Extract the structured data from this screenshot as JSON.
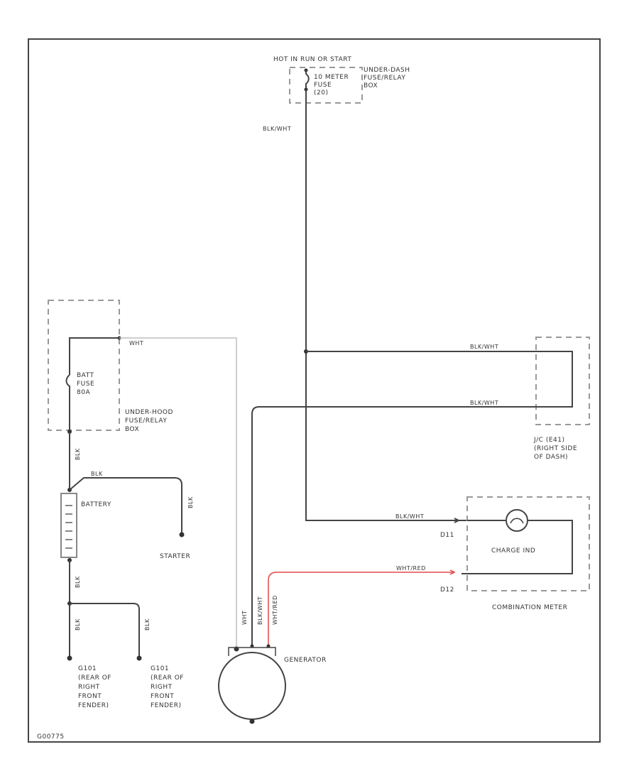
{
  "labels": {
    "hot_source": "HOT IN RUN OR START",
    "meter_fuse_l1": "10 METER",
    "meter_fuse_l2": "FUSE",
    "meter_fuse_l3": "(20)",
    "uh_dash_l1": "UNDER-DASH",
    "uh_dash_l2": "FUSE/RELAY",
    "uh_dash_l3": "BOX",
    "batt_fuse_l1": "BATT",
    "batt_fuse_l2": "FUSE",
    "batt_fuse_l3": "80A",
    "uh_hood_l1": "UNDER-HOOD",
    "uh_hood_l2": "FUSE/RELAY",
    "uh_hood_l3": "BOX",
    "battery": "BATTERY",
    "starter": "STARTER",
    "ground1_l1": "G101",
    "ground1_l2": "(REAR OF",
    "ground1_l3": "RIGHT",
    "ground1_l4": "FRONT",
    "ground1_l5": "FENDER)",
    "ground2_l1": "G101",
    "ground2_l2": "(REAR OF",
    "ground2_l3": "RIGHT",
    "ground2_l4": "FRONT",
    "ground2_l5": "FENDER)",
    "jc_l1": "J/C (E41)",
    "jc_l2": "(RIGHT SIDE",
    "jc_l3": "OF DASH)",
    "charge_ind": "CHARGE IND",
    "combination_meter": "COMBINATION METER",
    "generator": "GENERATOR",
    "pin_top": "D11",
    "pin_bottom": "D12",
    "figure_id": "G00775"
  },
  "wires": {
    "blk_wht_top": "BLK/WHT",
    "blk_wht_jc1": "BLK/WHT",
    "blk_wht_jc2": "BLK/WHT",
    "blk_wht_meter": "BLK/WHT",
    "wht_red_meter": "WHT/RED",
    "wht_hood": "WHT",
    "blk_batt_top": "BLK",
    "blk_starter_out": "BLK",
    "blk_starter_v": "BLK",
    "blk_batt_bottom": "BLK",
    "blk_ground1": "BLK",
    "blk_ground2": "BLK",
    "wht_gen": "WHT",
    "blk_wht_gen": "BLK/WHT",
    "wht_red_gen": "WHT/RED"
  }
}
